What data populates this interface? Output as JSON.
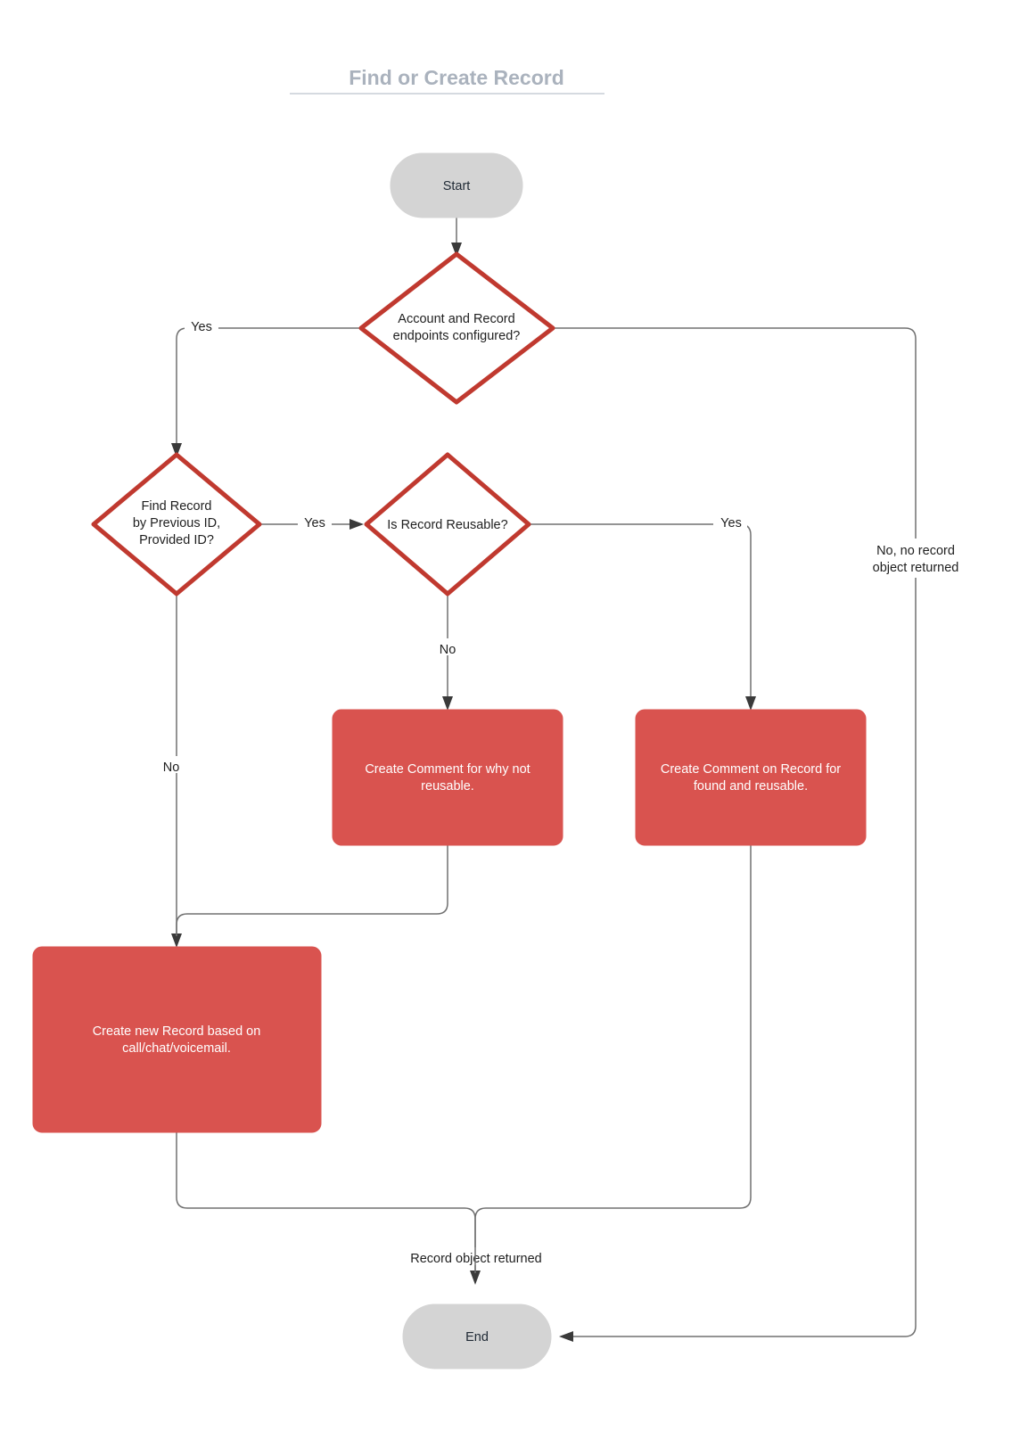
{
  "diagram": {
    "title": "Find or Create Record",
    "type": "flowchart",
    "colors": {
      "title_text": "#aab2bd",
      "terminator_fill": "#d4d4d4",
      "decision_border": "#c0392f",
      "decision_fill": "#ffffff",
      "process_fill": "#d9534f",
      "process_text": "#ffffff",
      "edge_stroke": "#707070",
      "node_text": "#1f1f1f",
      "background": "#ffffff"
    },
    "nodes": [
      {
        "id": "start",
        "shape": "terminator",
        "label": "Start"
      },
      {
        "id": "endpoints",
        "shape": "decision",
        "label": "Account and Record endpoints configured?",
        "lines": [
          "Account and Record",
          "endpoints configured?"
        ]
      },
      {
        "id": "find-record",
        "shape": "decision",
        "label": "Find Record by Previous ID, Provided ID?",
        "lines": [
          "Find Record",
          "by Previous ID,",
          "Provided ID?"
        ]
      },
      {
        "id": "reusable",
        "shape": "decision",
        "label": "Is Record Reusable?",
        "lines": [
          "Is Record Reusable?"
        ]
      },
      {
        "id": "comment-why-not",
        "shape": "process",
        "label": "Create Comment for why not reusable.",
        "lines": [
          "Create Comment for why not",
          "reusable."
        ]
      },
      {
        "id": "comment-found",
        "shape": "process",
        "label": "Create Comment on Record for found and reusable.",
        "lines": [
          "Create Comment on Record for",
          "found and reusable."
        ]
      },
      {
        "id": "create-record",
        "shape": "process",
        "label": "Create new Record based on call/chat/voicemail.",
        "lines": [
          "Create new Record based on",
          "call/chat/voicemail."
        ]
      },
      {
        "id": "end",
        "shape": "terminator",
        "label": "End"
      }
    ],
    "edges": [
      {
        "id": "start-to-endpoints",
        "from": "start",
        "to": "endpoints",
        "label": ""
      },
      {
        "id": "endpoints-yes",
        "from": "endpoints",
        "to": "find-record",
        "label": "Yes"
      },
      {
        "id": "endpoints-no",
        "from": "endpoints",
        "to": "end",
        "label": "No, no record object returned",
        "lines": [
          "No, no record",
          "object returned"
        ]
      },
      {
        "id": "find-record-yes",
        "from": "find-record",
        "to": "reusable",
        "label": "Yes"
      },
      {
        "id": "find-record-no",
        "from": "find-record",
        "to": "create-record",
        "label": "No"
      },
      {
        "id": "reusable-no",
        "from": "reusable",
        "to": "comment-why-not",
        "label": "No"
      },
      {
        "id": "reusable-yes",
        "from": "reusable",
        "to": "comment-found",
        "label": "Yes"
      },
      {
        "id": "comment-why-not-to-create",
        "from": "comment-why-not",
        "to": "create-record",
        "label": ""
      },
      {
        "id": "merge-to-end",
        "from": "create-record",
        "to": "end",
        "label": "Record object returned"
      }
    ],
    "edge_labels": {
      "yes_1": "Yes",
      "yes_2": "Yes",
      "yes_3": "Yes",
      "no_1": "No",
      "no_2": "No",
      "no_record_line1": "No, no record",
      "no_record_line2": "object returned",
      "record_returned": "Record object returned"
    },
    "node_text": {
      "start": "Start",
      "end": "End",
      "endpoints_l1": "Account and Record",
      "endpoints_l2": "endpoints configured?",
      "find_l1": "Find Record",
      "find_l2": "by Previous ID,",
      "find_l3": "Provided ID?",
      "reusable_l1": "Is Record Reusable?",
      "why_not_l1": "Create Comment for why not",
      "why_not_l2": "reusable.",
      "found_l1": "Create Comment on Record for",
      "found_l2": "found and reusable.",
      "create_l1": "Create new Record based on",
      "create_l2": "call/chat/voicemail."
    }
  }
}
